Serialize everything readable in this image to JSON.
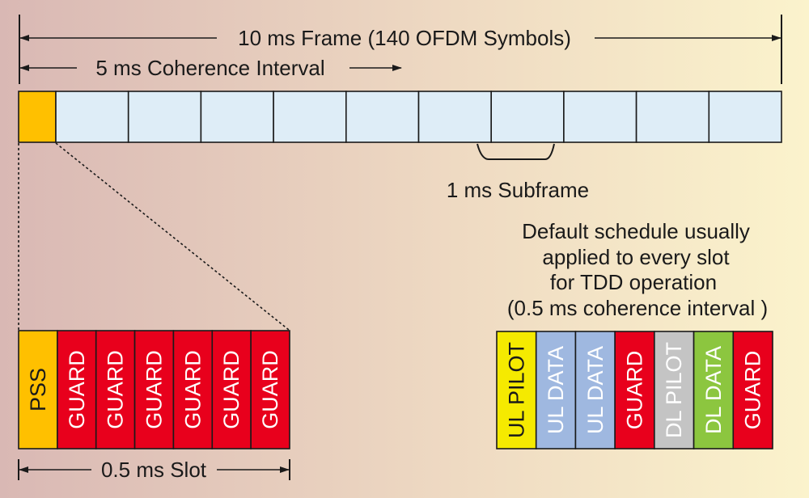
{
  "labels": {
    "frame": "10 ms Frame (140 OFDM Symbols)",
    "coherence": "5 ms Coherence Interval",
    "subframe": "1 ms Subframe",
    "slot": "0.5 ms Slot",
    "schedule_note": [
      "Default schedule usually",
      "applied to  every slot",
      "for TDD operation",
      "(0.5 ms coherence interval )"
    ]
  },
  "frame": {
    "pss_color": "#ffc000",
    "subframe_count": 10,
    "subframe_color": "#deedf7"
  },
  "slot_blocks": [
    {
      "label": "PSS",
      "color": "#ffc000",
      "text_color": "#1a1a1a"
    },
    {
      "label": "GUARD",
      "color": "#e8001c",
      "text_color": "#ffffff"
    },
    {
      "label": "GUARD",
      "color": "#e8001c",
      "text_color": "#ffffff"
    },
    {
      "label": "GUARD",
      "color": "#e8001c",
      "text_color": "#ffffff"
    },
    {
      "label": "GUARD",
      "color": "#e8001c",
      "text_color": "#ffffff"
    },
    {
      "label": "GUARD",
      "color": "#e8001c",
      "text_color": "#ffffff"
    },
    {
      "label": "GUARD",
      "color": "#e8001c",
      "text_color": "#ffffff"
    }
  ],
  "schedule_blocks": [
    {
      "label": "UL PILOT",
      "color": "#f5ea00",
      "text_color": "#1a1a1a"
    },
    {
      "label": "UL DATA",
      "color": "#9fb8e0",
      "text_color": "#ffffff"
    },
    {
      "label": "UL DATA",
      "color": "#9fb8e0",
      "text_color": "#ffffff"
    },
    {
      "label": "GUARD",
      "color": "#e8001c",
      "text_color": "#ffffff"
    },
    {
      "label": "DL PILOT",
      "color": "#c4c4c4",
      "text_color": "#ffffff"
    },
    {
      "label": "DL DATA",
      "color": "#8cc63f",
      "text_color": "#ffffff"
    },
    {
      "label": "GUARD",
      "color": "#e8001c",
      "text_color": "#ffffff"
    }
  ]
}
